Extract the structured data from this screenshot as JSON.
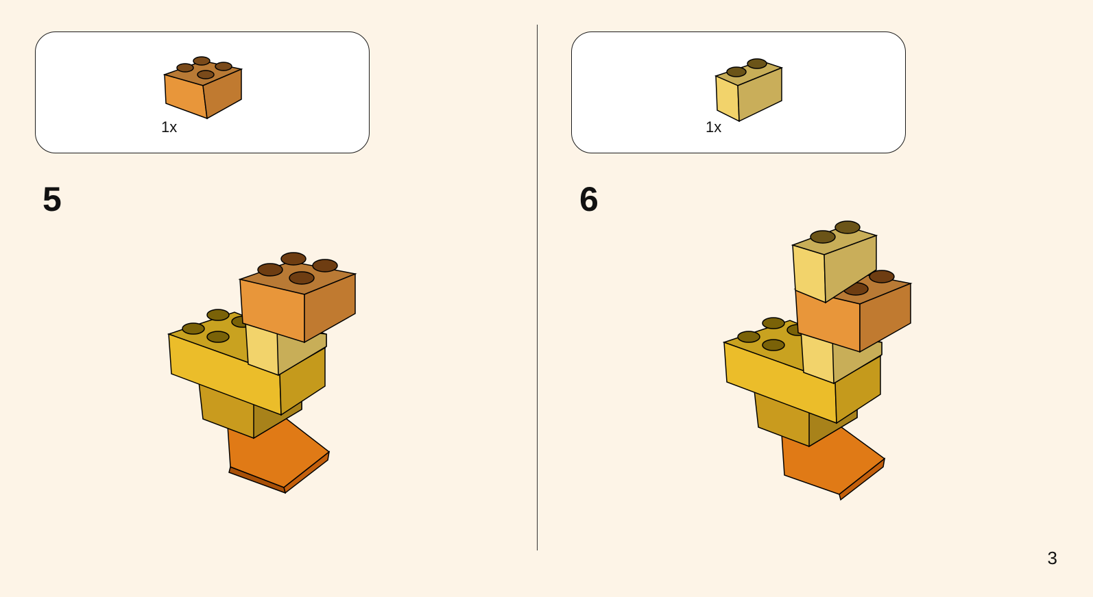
{
  "page_number": "3",
  "steps": [
    {
      "number": "5",
      "part_quantity": "1x",
      "part": "orange-2x2-brick-icon"
    },
    {
      "number": "6",
      "part_quantity": "1x",
      "part": "tan-1x2-brick-icon"
    }
  ],
  "colors": {
    "background": "#fdf4e7",
    "orange_brick": "#e8963a",
    "tan_brick": "#f2d36b",
    "yellow_brick": "#ebbd2a",
    "ochre_brick": "#c99b1e",
    "dark_orange_slope": "#e07a16"
  }
}
